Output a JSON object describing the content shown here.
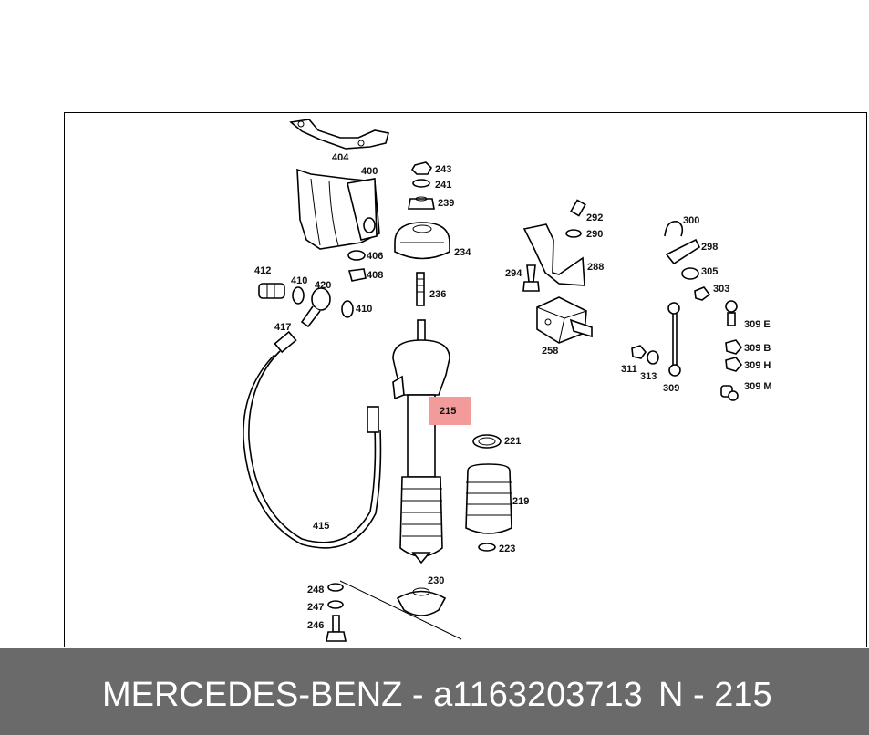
{
  "diagram": {
    "highlighted_label": "215",
    "labels": {
      "p404": "404",
      "p400": "400",
      "p243": "243",
      "p241": "241",
      "p239": "239",
      "p234": "234",
      "p236": "236",
      "p406": "406",
      "p408": "408",
      "p412": "412",
      "p410a": "410",
      "p420": "420",
      "p410b": "410",
      "p417": "417",
      "p415": "415",
      "p215": "215",
      "p221": "221",
      "p219": "219",
      "p223": "223",
      "p230": "230",
      "p248": "248",
      "p247": "247",
      "p246": "246",
      "p292": "292",
      "p290": "290",
      "p288": "288",
      "p294": "294",
      "p258": "258",
      "p300": "300",
      "p298": "298",
      "p305": "305",
      "p303": "303",
      "p309E": "309 E",
      "p309B": "309 B",
      "p309H": "309 H",
      "p309M": "309 M",
      "p311": "311",
      "p313": "313",
      "p309": "309"
    },
    "highlight_color": "#f39a9a"
  },
  "footer": {
    "brand_part": "MERCEDES-BENZ - a1163203713",
    "ref": "N - 215"
  }
}
